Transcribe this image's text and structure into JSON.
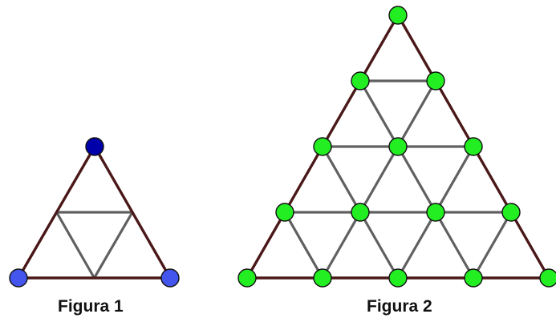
{
  "figures": [
    {
      "label": "Figura 1",
      "node_color": "#4455ee",
      "apex_color": "#0000aa",
      "node_count": 3
    },
    {
      "label": "Figura 2",
      "node_color": "#22ee22",
      "node_count": 15
    }
  ],
  "colors": {
    "outer_edge": "#4a1818",
    "inner_edge": "#606060",
    "node_stroke": "#111111"
  }
}
